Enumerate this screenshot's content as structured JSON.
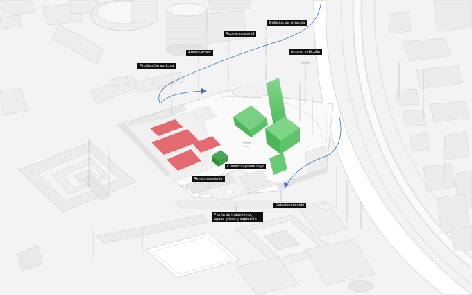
{
  "labels": {
    "edificios": "Edificios de vivienda",
    "acceso_peatonal": "Acceso peatonal",
    "areas_verdes": "Áreas verdes",
    "acceso_vehicular": "Acceso vehicular",
    "produccion_agricola": "Producción agrícola",
    "comercio": "Comercio planta baja",
    "almacenamiento": "Almacenamiento",
    "estacionamiento": "Estacionamiento",
    "planta_tratamiento": "Planta de tratamiento, aguas grises y captación"
  },
  "colors": {
    "green": "#59c465",
    "red": "#e46a72",
    "arrow": "#2f6fb6",
    "label_bg": "#111111"
  },
  "legend_colors": [
    "green = areas verdes / vivienda",
    "red = produccion agricola"
  ]
}
